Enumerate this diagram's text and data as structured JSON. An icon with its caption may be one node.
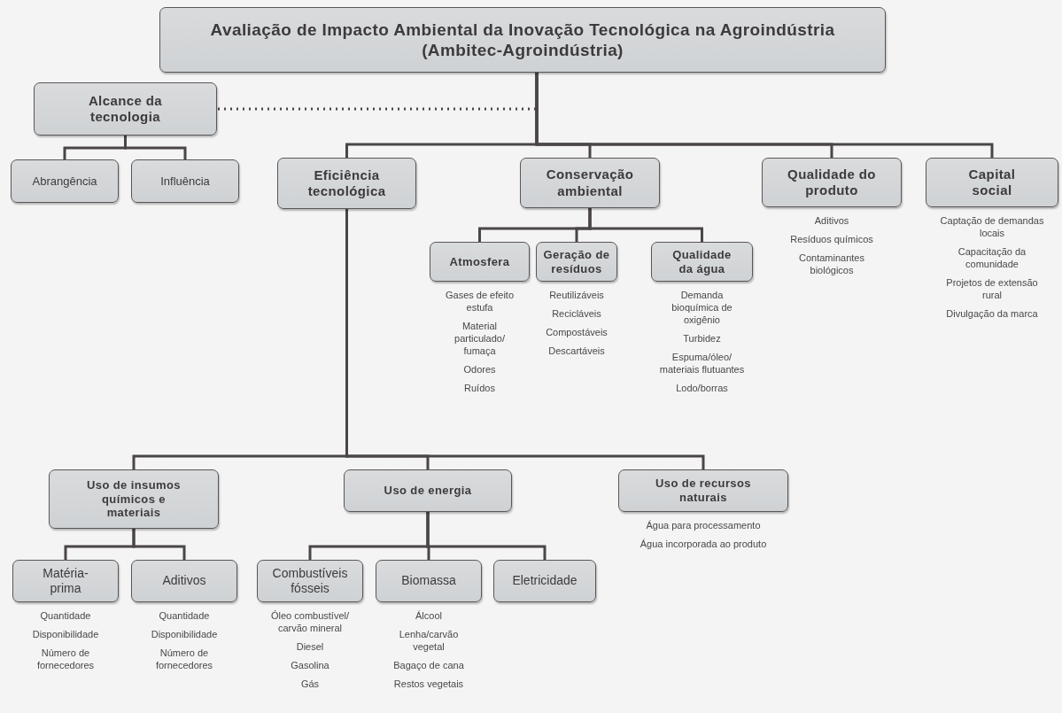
{
  "diagram": {
    "nodes": [
      {
        "text": [
          "Avaliação de Impacto Ambiental da Inovação Tecnológica  na Agroindústria (Ambitec-Agroindústria)"
        ]
      },
      {
        "text": [
          "Alcance da tecnologia"
        ]
      },
      {
        "text": [
          "Abrangência"
        ]
      },
      {
        "text": [
          "Influência"
        ]
      },
      {
        "text": [
          "Eficiência tecnológica"
        ]
      },
      {
        "text": [
          "Conservação ambiental"
        ]
      },
      {
        "text": [
          "Qualidade do produto"
        ],
        "beside": [
          "Aditivos",
          "Resíduos químicos",
          "Contaminantes biológicos"
        ]
      },
      {
        "text": [
          "Capital social"
        ],
        "beside": [
          "Captação de demandas locais",
          "Capacitação da comunidade",
          "Projetos de extensão rural",
          "Divulgação da marca"
        ]
      },
      {
        "text": [
          "Atmosfera"
        ],
        "beside": [
          "Gases de efeito estufa",
          "Material particulado/ fumaça",
          "Odores",
          "Ruídos"
        ]
      },
      {
        "text": [
          "Geração de resíduos"
        ],
        "beside": [
          "Reutilizáveis",
          "Recicláveis",
          "Compostáveis",
          "Descartáveis"
        ]
      },
      {
        "text": [
          "Qualidade da água"
        ],
        "beside": [
          "Demanda bioquímica de oxigênio",
          "Turbidez",
          "Espuma/óleo/ materiais flutuantes",
          "Lodo/borras"
        ]
      },
      {
        "text": [
          "Uso de insumos químicos e materiais"
        ]
      },
      {
        "text": [
          "Uso de energia"
        ]
      },
      {
        "text": [
          "Uso de recursos  naturais"
        ],
        "beside": [
          "Água para processamento",
          "Água incorporada ao produto"
        ]
      },
      {
        "text": [
          "Matéria-prima"
        ],
        "beside": [
          "Quantidade",
          "Disponibilidade",
          "Número de fornecedores"
        ]
      },
      {
        "text": [
          "Aditivos"
        ],
        "beside": [
          "Quantidade",
          "Disponibilidade",
          "Número de fornecedores"
        ]
      },
      {
        "text": [
          "Combustíveis fósseis"
        ],
        "beside": [
          "Óleo combustível/ carvão mineral",
          "Diesel",
          "Gasolina",
          "Gás"
        ]
      },
      {
        "text": [
          "Biomassa"
        ],
        "beside": [
          "Álcool",
          "Lenha/carvão vegetal",
          "Bagaço de cana",
          "Restos vegetais"
        ]
      },
      {
        "text": [
          "Eletricidade"
        ]
      }
    ],
    "edges": [
      {
        "from": 0,
        "to": 1,
        "arrow": "none",
        "style": "dashed"
      },
      {
        "from": 0,
        "to": 4,
        "arrow": "none"
      },
      {
        "from": 0,
        "to": 5,
        "arrow": "none"
      },
      {
        "from": 0,
        "to": 6,
        "arrow": "none"
      },
      {
        "from": 0,
        "to": 7,
        "arrow": "none"
      },
      {
        "from": 1,
        "to": 2,
        "arrow": "none"
      },
      {
        "from": 1,
        "to": 3,
        "arrow": "none"
      },
      {
        "from": 5,
        "to": 8,
        "arrow": "none"
      },
      {
        "from": 5,
        "to": 9,
        "arrow": "none"
      },
      {
        "from": 5,
        "to": 10,
        "arrow": "none"
      },
      {
        "from": 4,
        "to": 11,
        "arrow": "none"
      },
      {
        "from": 4,
        "to": 12,
        "arrow": "none"
      },
      {
        "from": 4,
        "to": 13,
        "arrow": "none"
      },
      {
        "from": 11,
        "to": 14,
        "arrow": "none"
      },
      {
        "from": 11,
        "to": 15,
        "arrow": "none"
      },
      {
        "from": 12,
        "to": 16,
        "arrow": "none"
      },
      {
        "from": 12,
        "to": 17,
        "arrow": "none"
      },
      {
        "from": 12,
        "to": 18,
        "arrow": "none"
      }
    ]
  }
}
